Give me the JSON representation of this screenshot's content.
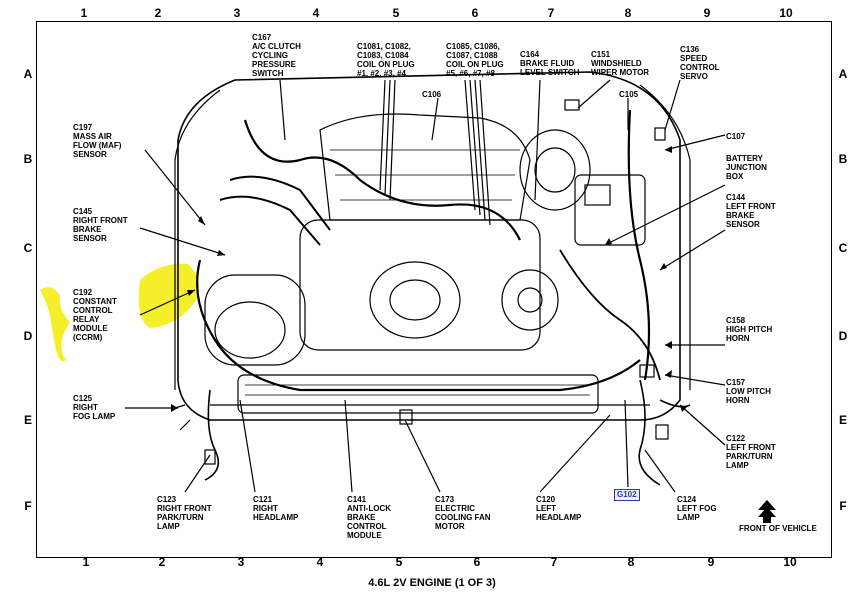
{
  "columns_top": [
    "1",
    "2",
    "3",
    "4",
    "5",
    "6",
    "7",
    "8",
    "9",
    "10"
  ],
  "columns_bottom": [
    "1",
    "2",
    "3",
    "4",
    "5",
    "6",
    "7",
    "8",
    "9",
    "10"
  ],
  "rows_left": [
    "A",
    "B",
    "C",
    "D",
    "E",
    "F"
  ],
  "rows_right": [
    "A",
    "B",
    "C",
    "D",
    "E",
    "F"
  ],
  "labels": {
    "c167": "C167\nA/C CLUTCH\nCYCLING\nPRESSURE\nSWITCH",
    "c1081": "C1081, C1082,\nC1083, C1084\nCOIL ON PLUG\n#1, #2, #3, #4",
    "c1085": "C1085, C1086,\nC1087, C1088\nCOIL ON PLUG\n#5, #6, #7, #8",
    "c164": "C164\nBRAKE FLUID\nLEVEL SWITCH",
    "c151": "C151\nWINDSHIELD\nWIPER MOTOR",
    "c136": "C136\nSPEED\nCONTROL\nSERVO",
    "c106": "C106",
    "c105": "C105",
    "c107": "C107",
    "c197": "C197\nMASS AIR\nFLOW (MAF)\nSENSOR",
    "battery_jb": "BATTERY\nJUNCTION\nBOX",
    "c144": "C144\nLEFT FRONT\nBRAKE\nSENSOR",
    "c145": "C145\nRIGHT FRONT\nBRAKE\nSENSOR",
    "c192": "C192\nCONSTANT\nCONTROL\nRELAY\nMODULE\n(CCRM)",
    "c158": "C158\nHIGH PITCH\nHORN",
    "c157": "C157\nLOW PITCH\nHORN",
    "c125": "C125\nRIGHT\nFOG LAMP",
    "c122": "C122\nLEFT FRONT\nPARK/TURN\nLAMP",
    "c123": "C123\nRIGHT FRONT\nPARK/TURN\nLAMP",
    "c121": "C121\nRIGHT\nHEADLAMP",
    "c141": "C141\nANTI-LOCK\nBRAKE\nCONTROL\nMODULE",
    "c173": "C173\nELECTRIC\nCOOLING FAN\nMOTOR",
    "c120": "C120\nLEFT\nHEADLAMP",
    "c124": "C124\nLEFT FOG\nLAMP",
    "g102": "G102",
    "front": "FRONT OF VEHICLE"
  },
  "caption": "4.6L 2V ENGINE (1 OF 3)",
  "colors": {
    "ink": "#000000",
    "highlight": "#f5ee2a",
    "ground_box": "#2c3e9a"
  }
}
